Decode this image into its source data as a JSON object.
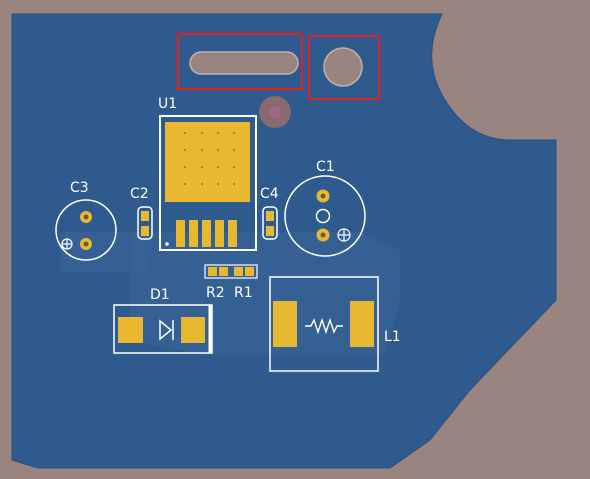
{
  "colors": {
    "background": "#9a8480",
    "board": "#2e5a8e",
    "board_inner": "#345f92",
    "pad": "#e8b830",
    "silk": "#ffffff",
    "highlight": "#e02020",
    "via_ring": "#a07050"
  },
  "labels": {
    "u1": "U1",
    "c1": "C1",
    "c2": "C2",
    "c3": "C3",
    "c4": "C4",
    "d1": "D1",
    "l1": "L1",
    "r1": "R1",
    "r2": "R2"
  },
  "highlights": [
    "slot-hole",
    "mounting-hole"
  ]
}
